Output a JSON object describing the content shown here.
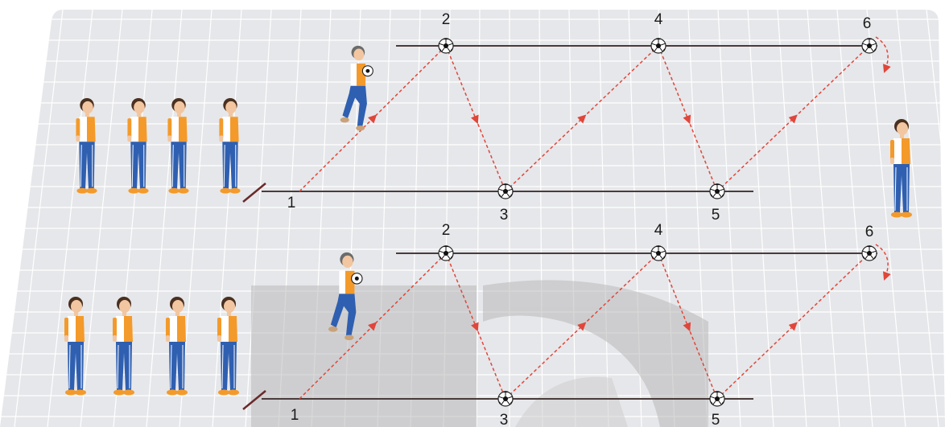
{
  "drills": [
    {
      "id": "drill-top",
      "points": [
        {
          "label": "1"
        },
        {
          "label": "2"
        },
        {
          "label": "3"
        },
        {
          "label": "4"
        },
        {
          "label": "5"
        },
        {
          "label": "6"
        }
      ]
    },
    {
      "id": "drill-bottom",
      "points": [
        {
          "label": "1"
        },
        {
          "label": "2"
        },
        {
          "label": "3"
        },
        {
          "label": "4"
        },
        {
          "label": "5"
        },
        {
          "label": "6"
        }
      ]
    }
  ],
  "colors": {
    "court": "#e6e7ea",
    "grid": "#ffffff",
    "line": "#4a3b3b",
    "path": "#e0463a",
    "shirt": "#f39a2b",
    "pants": "#2f5fb0",
    "skin": "#f2c6a0",
    "hair": "#4a3020",
    "watermark": "#b9b9b9"
  },
  "icons": [
    "soccer-ball-icon",
    "player-figure-icon",
    "start-marker-icon"
  ]
}
